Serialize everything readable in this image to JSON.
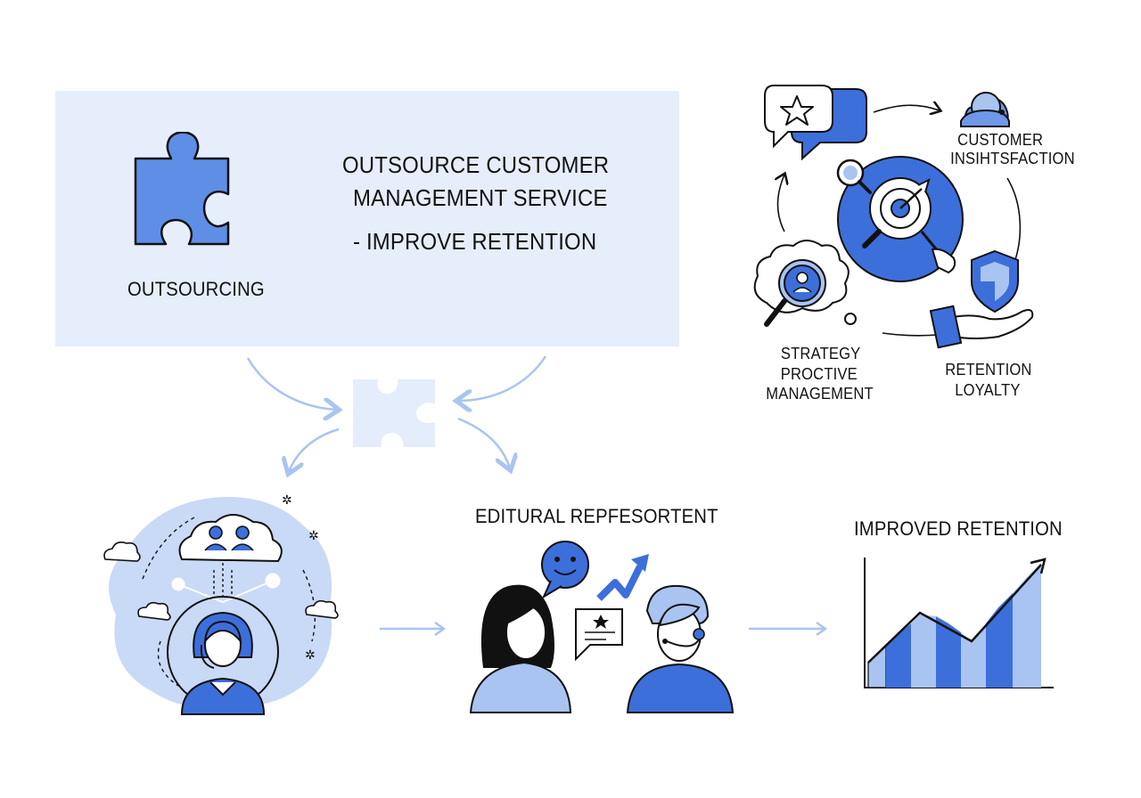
{
  "hero": {
    "line1": "OUTSOURCE CUSTOMER",
    "line2": "MANAGEMENT SERVICE",
    "line3": "- IMPROVE RETENTION",
    "outsourcing_label": "OUTSOURCING"
  },
  "cycle": {
    "customer_line1": "CUSTOMER",
    "customer_line2": "INSIHTSFACTION",
    "strategy_line1": "STRATEGY",
    "strategy_line2": "PROCTIVE",
    "strategy_line3": "MANAGEMENT",
    "retention_line1": "RETENTION",
    "retention_line2": "LOYALTY"
  },
  "flow": {
    "editorial_label": "EDITURAL REPFESORTENT",
    "improved_label": "IMPROVED RETENTION"
  },
  "colors": {
    "accent": "#3d6fdb",
    "light": "#a9c4f0",
    "panel": "#e6eefb",
    "stroke": "#111111"
  },
  "icons": [
    "puzzle-icon",
    "star-chat-icon",
    "agent-icon",
    "target-icon",
    "magnifier-icon",
    "shield-icon",
    "hand-icon",
    "cloud-users-icon",
    "smiley-chat-icon",
    "trend-arrow-icon",
    "bar-chart-icon"
  ]
}
